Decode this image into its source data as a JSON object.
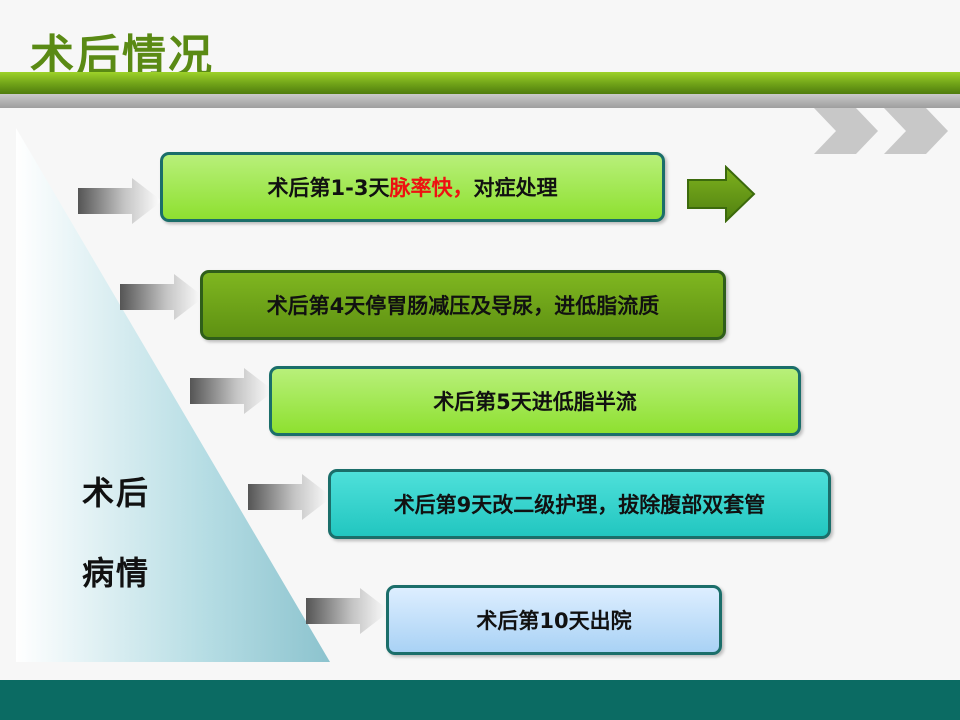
{
  "slide": {
    "title": "术后情况",
    "side_label": {
      "line1": "术后",
      "line2": "病情"
    },
    "steps": [
      {
        "prefix": "术后第1-3天",
        "highlight": "脉率快，",
        "suffix": "对症处理"
      },
      {
        "text": "术后第4天停胃肠减压及导尿，进低脂流质"
      },
      {
        "text": "术后第5天进低脂半流"
      },
      {
        "text": "术后第9天改二级护理，拔除腹部双套管"
      },
      {
        "text": "术后第10天出院"
      }
    ]
  },
  "colors": {
    "title": "#5a8a14",
    "highlight": "#ee1111",
    "footer": "#0b6b63",
    "box_border": "#1b6e6a"
  }
}
